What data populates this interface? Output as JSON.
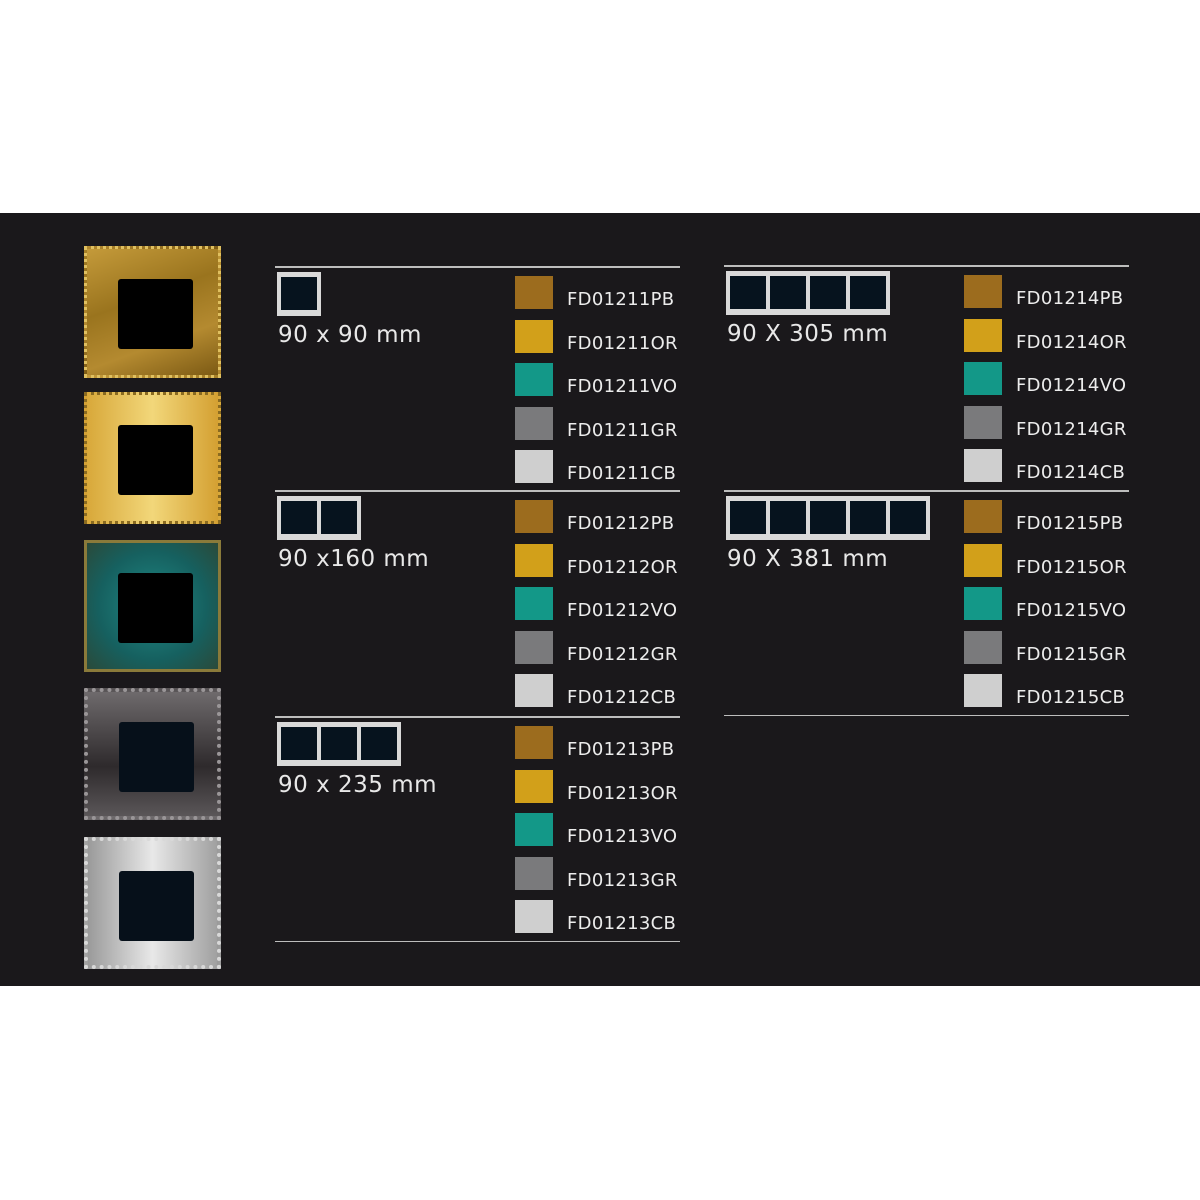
{
  "finishes": [
    {
      "name": "frame-antique-gold",
      "class": "t1"
    },
    {
      "name": "frame-polished-gold",
      "class": "t2"
    },
    {
      "name": "frame-verdigris",
      "class": "t3"
    },
    {
      "name": "frame-graphite",
      "class": "t4"
    },
    {
      "name": "frame-chrome",
      "class": "t5"
    }
  ],
  "swatch_colors": [
    "#9c6c1e",
    "#d2a01a",
    "#139888",
    "#7a7a7c",
    "#cfcfcf"
  ],
  "sections": [
    {
      "gangs": 1,
      "size": "90 x 90 mm",
      "codes": [
        "FD01211PB",
        "FD01211OR",
        "FD01211VO",
        "FD01211GR",
        "FD01211CB"
      ]
    },
    {
      "gangs": 2,
      "size": "90 x160 mm",
      "codes": [
        "FD01212PB",
        "FD01212OR",
        "FD01212VO",
        "FD01212GR",
        "FD01212CB"
      ]
    },
    {
      "gangs": 3,
      "size": "90 x 235 mm",
      "codes": [
        "FD01213PB",
        "FD01213OR",
        "FD01213VO",
        "FD01213GR",
        "FD01213CB"
      ]
    },
    {
      "gangs": 4,
      "size": "90 X 305 mm",
      "codes": [
        "FD01214PB",
        "FD01214OR",
        "FD01214VO",
        "FD01214GR",
        "FD01214CB"
      ]
    },
    {
      "gangs": 5,
      "size": "90 X 381 mm",
      "codes": [
        "FD01215PB",
        "FD01215OR",
        "FD01215VO",
        "FD01215GR",
        "FD01215CB"
      ]
    }
  ]
}
